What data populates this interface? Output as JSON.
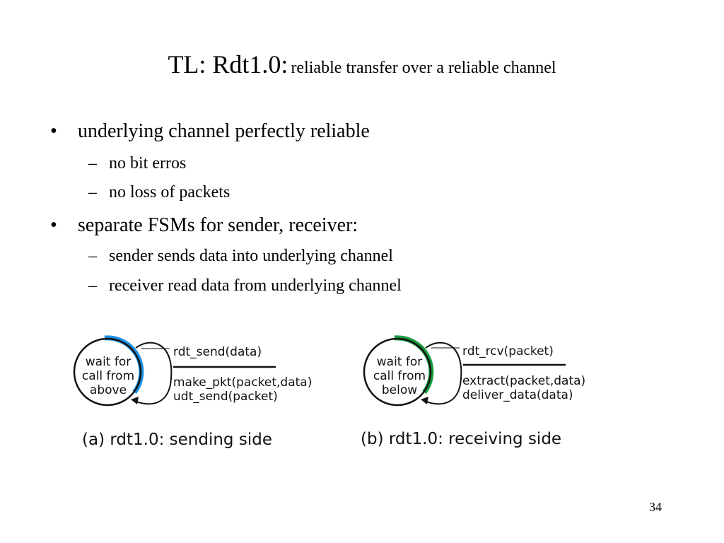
{
  "slide": {
    "title": {
      "main": "TL: Rdt1.0:",
      "sub": "reliable transfer over a reliable channel"
    },
    "bullets": [
      {
        "text": "underlying channel perfectly reliable",
        "sub": [
          "no bit erros",
          "no loss of packets"
        ]
      },
      {
        "text": "separate FSMs for sender, receiver:",
        "sub": [
          "sender sends data into underlying channel",
          "receiver read data from underlying channel"
        ]
      }
    ],
    "bullet_symbol": "•",
    "dash_symbol": "–",
    "page_number": "34"
  },
  "figures": {
    "sender": {
      "state_lines": [
        "wait for",
        "call from",
        "above"
      ],
      "event": "rdt_send(data)",
      "actions": [
        "make_pkt(packet,data)",
        "udt_send(packet)"
      ],
      "caption": "(a) rdt1.0: sending side",
      "accent_color": "#1e8fe1"
    },
    "receiver": {
      "state_lines": [
        "wait for",
        "call from",
        "below"
      ],
      "event": "rdt_rcv(packet)",
      "actions": [
        "extract(packet,data)",
        "deliver_data(data)"
      ],
      "caption": "(b) rdt1.0: receiving side",
      "accent_color": "#1a9a3c"
    }
  }
}
